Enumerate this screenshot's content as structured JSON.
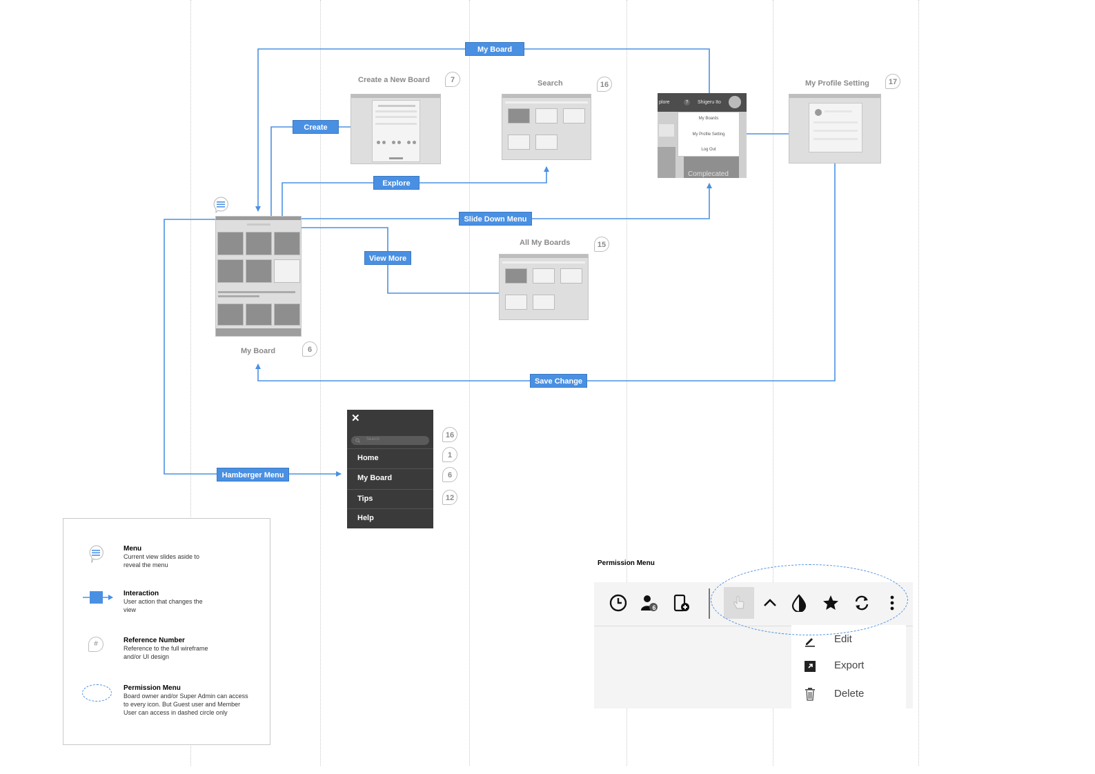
{
  "connectors": {
    "my_board": "My Board",
    "create": "Create",
    "explore": "Explore",
    "slide_down_menu": "Slide Down Menu",
    "view_more": "View More",
    "save_change": "Save Change",
    "hamberger_menu": "Hamberger Menu"
  },
  "screens": {
    "create_board": {
      "title": "Create a New Board",
      "ref": "7"
    },
    "search": {
      "title": "Search",
      "ref": "16"
    },
    "profile_setting": {
      "title": "My Profile Setting",
      "ref": "17"
    },
    "all_my_boards": {
      "title": "All My Boards",
      "ref": "15"
    },
    "my_board": {
      "title": "My Board",
      "ref": "6"
    }
  },
  "profile_dropdown": {
    "nav_left": "plore",
    "help": "?",
    "user": "Shigeru Ito",
    "items": [
      "My Boards",
      "My Profile Setting",
      "Log Out"
    ],
    "footer": "Complecated"
  },
  "hamburger_menu": {
    "close": "✕",
    "search_placeholder": "Search",
    "items": [
      {
        "label": "Home",
        "ref": "1"
      },
      {
        "label": "My Board",
        "ref": "6"
      },
      {
        "label": "Tips",
        "ref": "12"
      },
      {
        "label": "Help",
        "ref": ""
      }
    ],
    "search_ref": "16"
  },
  "legend": {
    "items": [
      {
        "title": "Menu",
        "desc": "Current view slides aside to reveal the menu"
      },
      {
        "title": "Interaction",
        "desc": "User action that changes the view"
      },
      {
        "title": "Reference Number",
        "desc": "Reference to the full wireframe and/or UI design"
      },
      {
        "title": "Permission Menu",
        "desc": "Board owner and/or Super Admin can access to every icon. But Guest user and Member User can access in dashed circle only"
      }
    ],
    "ref_symbol": "#"
  },
  "permission_menu": {
    "label": "Permission Menu",
    "badge": "6",
    "icons": [
      "clock-icon",
      "user-badge-icon",
      "device-add-icon",
      "hand-pointer-icon",
      "chevron-up-icon",
      "contrast-icon",
      "star-icon",
      "refresh-icon",
      "more-vertical-icon"
    ],
    "dropdown": [
      "Edit",
      "Export",
      "Delete"
    ]
  },
  "colors": {
    "accent": "#4a90e2",
    "menu_bg": "#3a3a3a",
    "thumb_bg": "#dedede"
  }
}
